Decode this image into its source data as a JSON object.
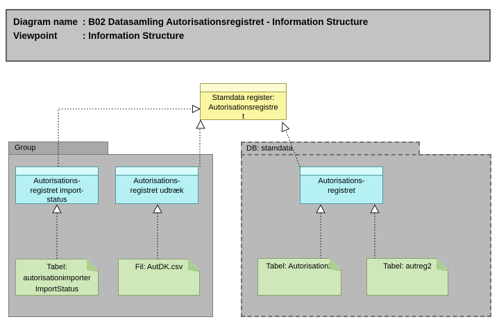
{
  "diagram": {
    "title_rows": [
      {
        "label": "Diagram name",
        "value": ": B02 Datasamling Autorisationsregistret - Information Structure"
      },
      {
        "label": "Viewpoint",
        "value": ": Information Structure"
      }
    ],
    "groups": {
      "group": {
        "label": "Group"
      },
      "db": {
        "label": "DB: stamdata"
      }
    },
    "objects": {
      "stamdata_register": {
        "label": "Stamdata register:\nAutorisationsregistre\nt"
      },
      "import_status": {
        "label": "Autorisations-\nregistret import-\nstatus"
      },
      "udtraek": {
        "label": "Autorisations-\nregistret udtræk"
      },
      "autorisationsregistret": {
        "label": "Autorisations-\nregistret"
      }
    },
    "notes": {
      "import_status_table": {
        "label": "Tabel:\nautorisationimporter\nImportStatus"
      },
      "autdk_file": {
        "label": "Fil: AutDK.csv"
      },
      "autorisation2_table": {
        "label": "Tabel: Autorisation2"
      },
      "autreg2_table": {
        "label": "Tabel: autreg2"
      }
    },
    "colors": {
      "object_fill": "#b5f1f3",
      "object_header_fill": "#d8fbfb",
      "object_border": "#4b9aa2",
      "register_fill": "#f9f5a1",
      "register_header_fill": "#fdfbd2",
      "register_border": "#9b9b4e",
      "note_fill": "#cfe8ba",
      "note_fold": "#a9cf8c",
      "note_border": "#87a06e",
      "folder_fill": "#b9b9b9",
      "folder_tab_fill": "#a8a8a8",
      "title_fill": "#c3c3c3"
    }
  }
}
